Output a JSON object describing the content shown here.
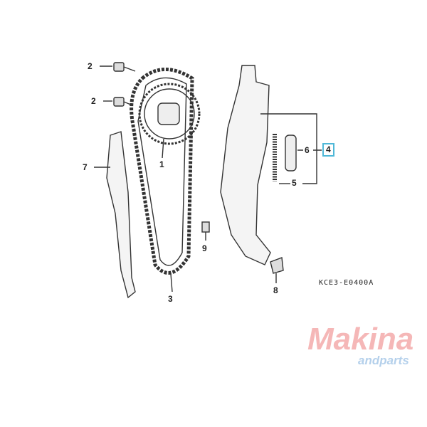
{
  "diagram": {
    "parts": [
      {
        "ref": "1"
      },
      {
        "ref": "2"
      },
      {
        "ref": "2"
      },
      {
        "ref": "3"
      },
      {
        "ref": "4",
        "highlighted": true,
        "highlight_color": "#4fb8d8"
      },
      {
        "ref": "5"
      },
      {
        "ref": "6"
      },
      {
        "ref": "7"
      },
      {
        "ref": "8"
      },
      {
        "ref": "9"
      }
    ],
    "code": "KCE3-E0400A"
  },
  "watermark": {
    "brand": "Makina",
    "sub": "andparts",
    "brand_color": "#f2a0a0",
    "sub_color": "#a8c8e8"
  }
}
